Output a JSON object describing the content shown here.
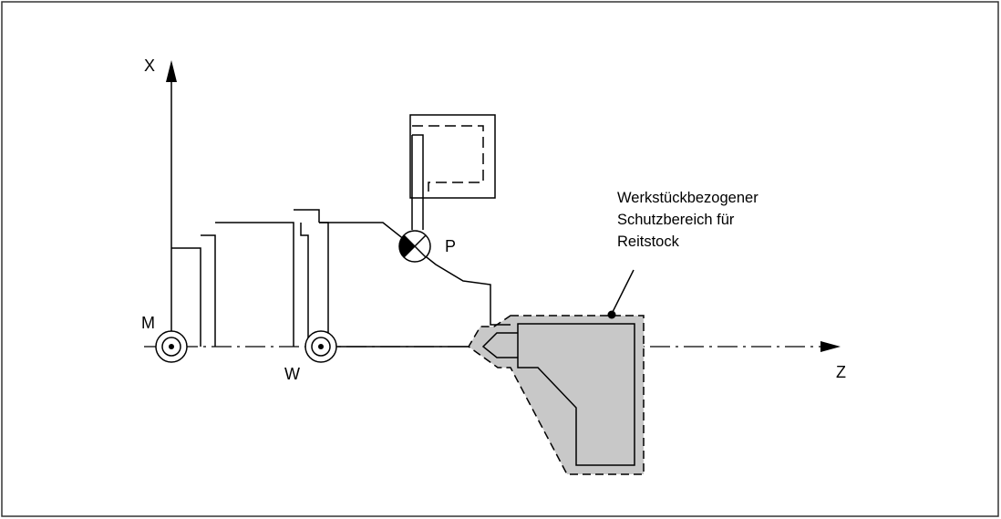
{
  "diagram": {
    "labels": {
      "x_axis": "X",
      "z_axis": "Z",
      "machine_zero": "M",
      "workpiece_zero": "W",
      "tool_point": "P"
    },
    "annotation": {
      "line1": "Werkstückbezogener",
      "line2": "Schutzbereich für",
      "line3": "Reitstock"
    },
    "colors": {
      "line": "#000000",
      "protection_zone_fill": "#c8c8c8",
      "background": "#ffffff"
    }
  }
}
